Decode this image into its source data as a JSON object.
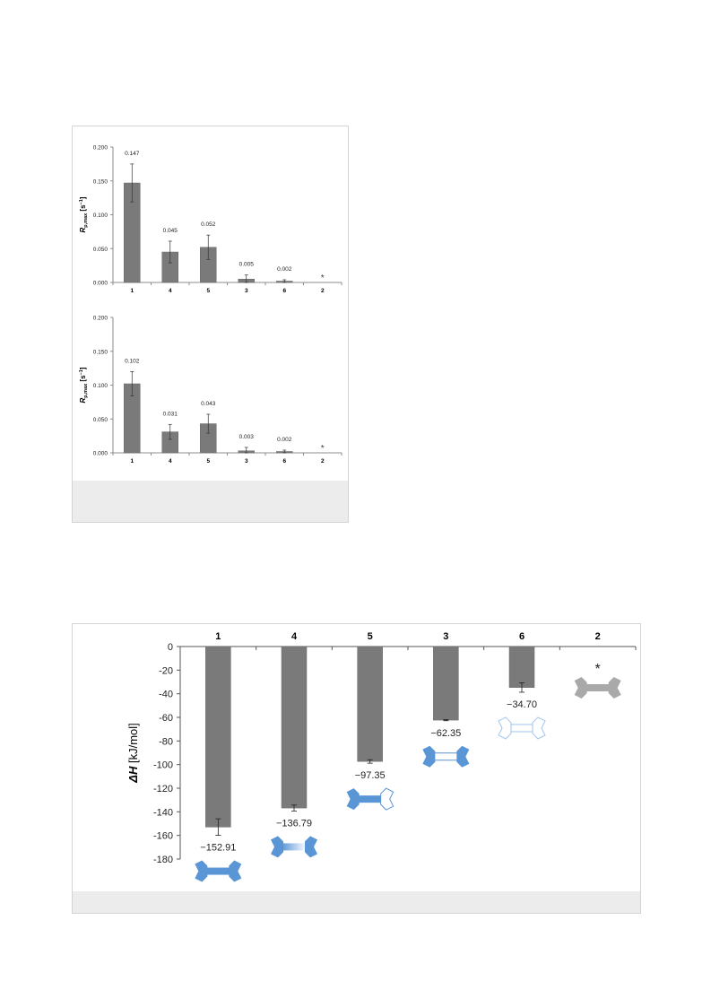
{
  "chart_data": [
    {
      "type": "bar",
      "categories": [
        "1",
        "4",
        "5",
        "3",
        "6",
        "2"
      ],
      "values": [
        0.147,
        0.045,
        0.052,
        0.005,
        0.002,
        null
      ],
      "errors": [
        0.028,
        0.016,
        0.018,
        0.006,
        0.002,
        null
      ],
      "labels": [
        "0.147",
        "0.045",
        "0.052",
        "0.005",
        "0.002",
        "*"
      ],
      "yticks": [
        "0.000",
        "0.050",
        "0.100",
        "0.150",
        "0.200"
      ],
      "ylim": [
        0,
        0.2
      ],
      "ylabel_main": "R",
      "ylabel_sub": "p,max",
      "ylabel_unit": " [s",
      "ylabel_sup": "−1",
      "ylabel_close": "]",
      "grid": false,
      "bar_color": "#7a7a7a"
    },
    {
      "type": "bar",
      "categories": [
        "1",
        "4",
        "5",
        "3",
        "6",
        "2"
      ],
      "values": [
        0.102,
        0.031,
        0.043,
        0.003,
        0.002,
        null
      ],
      "errors": [
        0.018,
        0.011,
        0.014,
        0.005,
        0.002,
        null
      ],
      "labels": [
        "0.102",
        "0.031",
        "0.043",
        "0.003",
        "0.002",
        "*"
      ],
      "yticks": [
        "0.000",
        "0.050",
        "0.100",
        "0.150",
        "0.200"
      ],
      "ylim": [
        0,
        0.2
      ],
      "ylabel_main": "R",
      "ylabel_sub": "p,max",
      "ylabel_unit": " [s",
      "ylabel_sup": "−1",
      "ylabel_close": "]",
      "grid": false,
      "bar_color": "#7a7a7a"
    },
    {
      "type": "bar",
      "categories": [
        "1",
        "4",
        "5",
        "3",
        "6",
        "2"
      ],
      "values": [
        -152.91,
        -136.79,
        -97.35,
        -62.35,
        -34.7,
        null
      ],
      "errors": [
        7,
        2.5,
        1.5,
        0.5,
        4,
        null
      ],
      "labels": [
        "−152.91",
        "−136.79",
        "−97.35",
        "−62.35",
        "−34.70",
        "*"
      ],
      "yticks": [
        "0",
        "-20",
        "-40",
        "-60",
        "-80",
        "-100",
        "-120",
        "-140",
        "-160",
        "-180"
      ],
      "ylim": [
        -180,
        0
      ],
      "ylabel_main": "ΔH",
      "ylabel_unit": " [kJ/mol]",
      "xaxis_position": "top",
      "grid": false,
      "bar_color": "#7a7a7a",
      "icon_fill_color": "#5a95d6",
      "icon_inactive_color": "#a9a9a9"
    }
  ]
}
